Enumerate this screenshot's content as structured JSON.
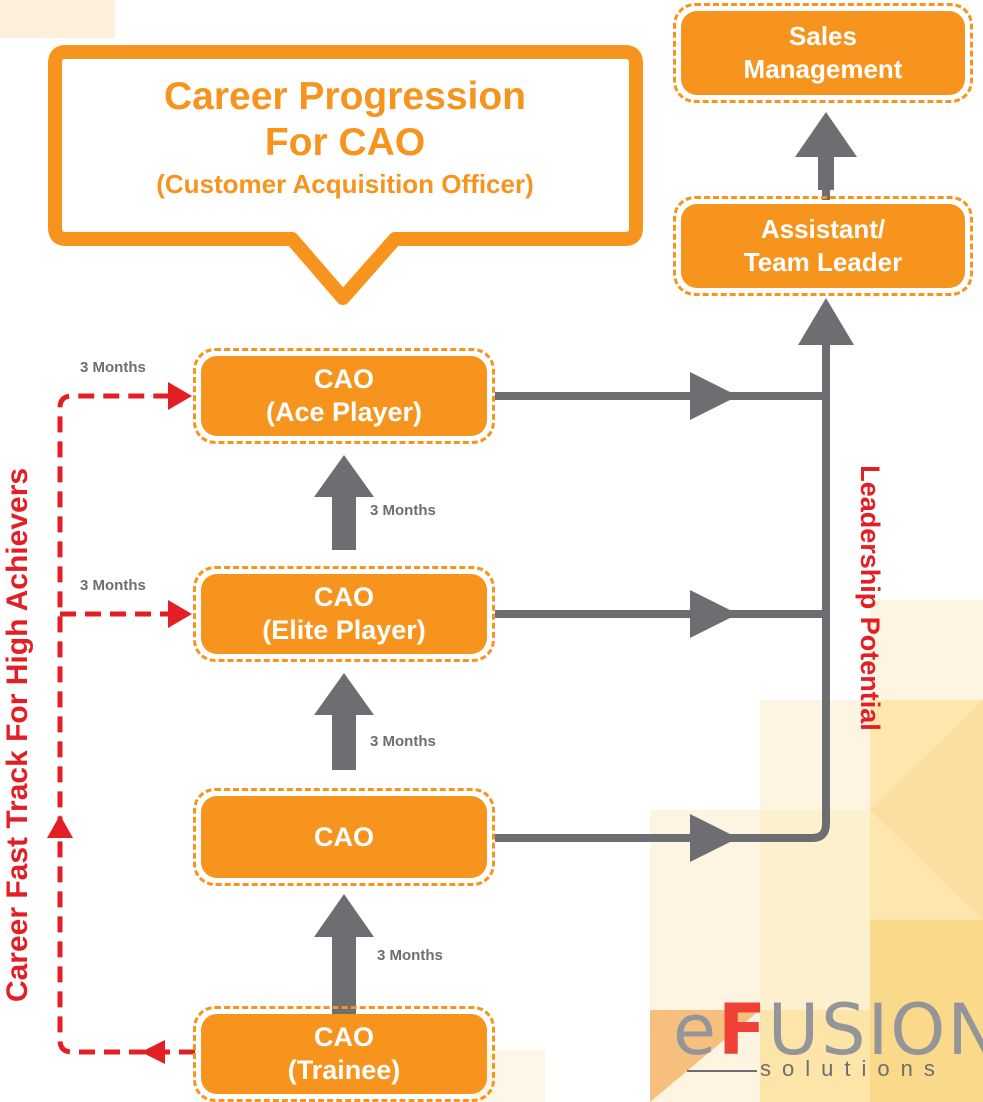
{
  "title": {
    "line1": "Career Progression",
    "line2": "For CAO",
    "line3": "(Customer Acquisition Officer)"
  },
  "nodes": {
    "sales_management": [
      "Sales",
      "Management"
    ],
    "assistant_team_leader": [
      "Assistant/",
      "Team Leader"
    ],
    "cao_ace_player": [
      "CAO",
      "(Ace Player)"
    ],
    "cao_elite_player": [
      "CAO",
      "(Elite Player)"
    ],
    "cao": [
      "CAO"
    ],
    "cao_trainee": [
      "CAO",
      "(Trainee)"
    ]
  },
  "durations": {
    "trainee_to_cao": "3 Months",
    "cao_to_elite": "3 Months",
    "elite_to_ace": "3 Months",
    "fast_track_elite": "3 Months",
    "fast_track_ace": "3 Months"
  },
  "side_labels": {
    "fast_track": "Career Fast Track For High Achievers",
    "leadership": "Leadership Potential"
  },
  "logo": {
    "word_e": "e",
    "word_rest_f": "F",
    "word_rest": "USION",
    "sub": "solutions"
  },
  "colors": {
    "node_orange": "#f7941d",
    "arrow_gray": "#6d6e71",
    "fast_track_red": "#e31e24"
  }
}
